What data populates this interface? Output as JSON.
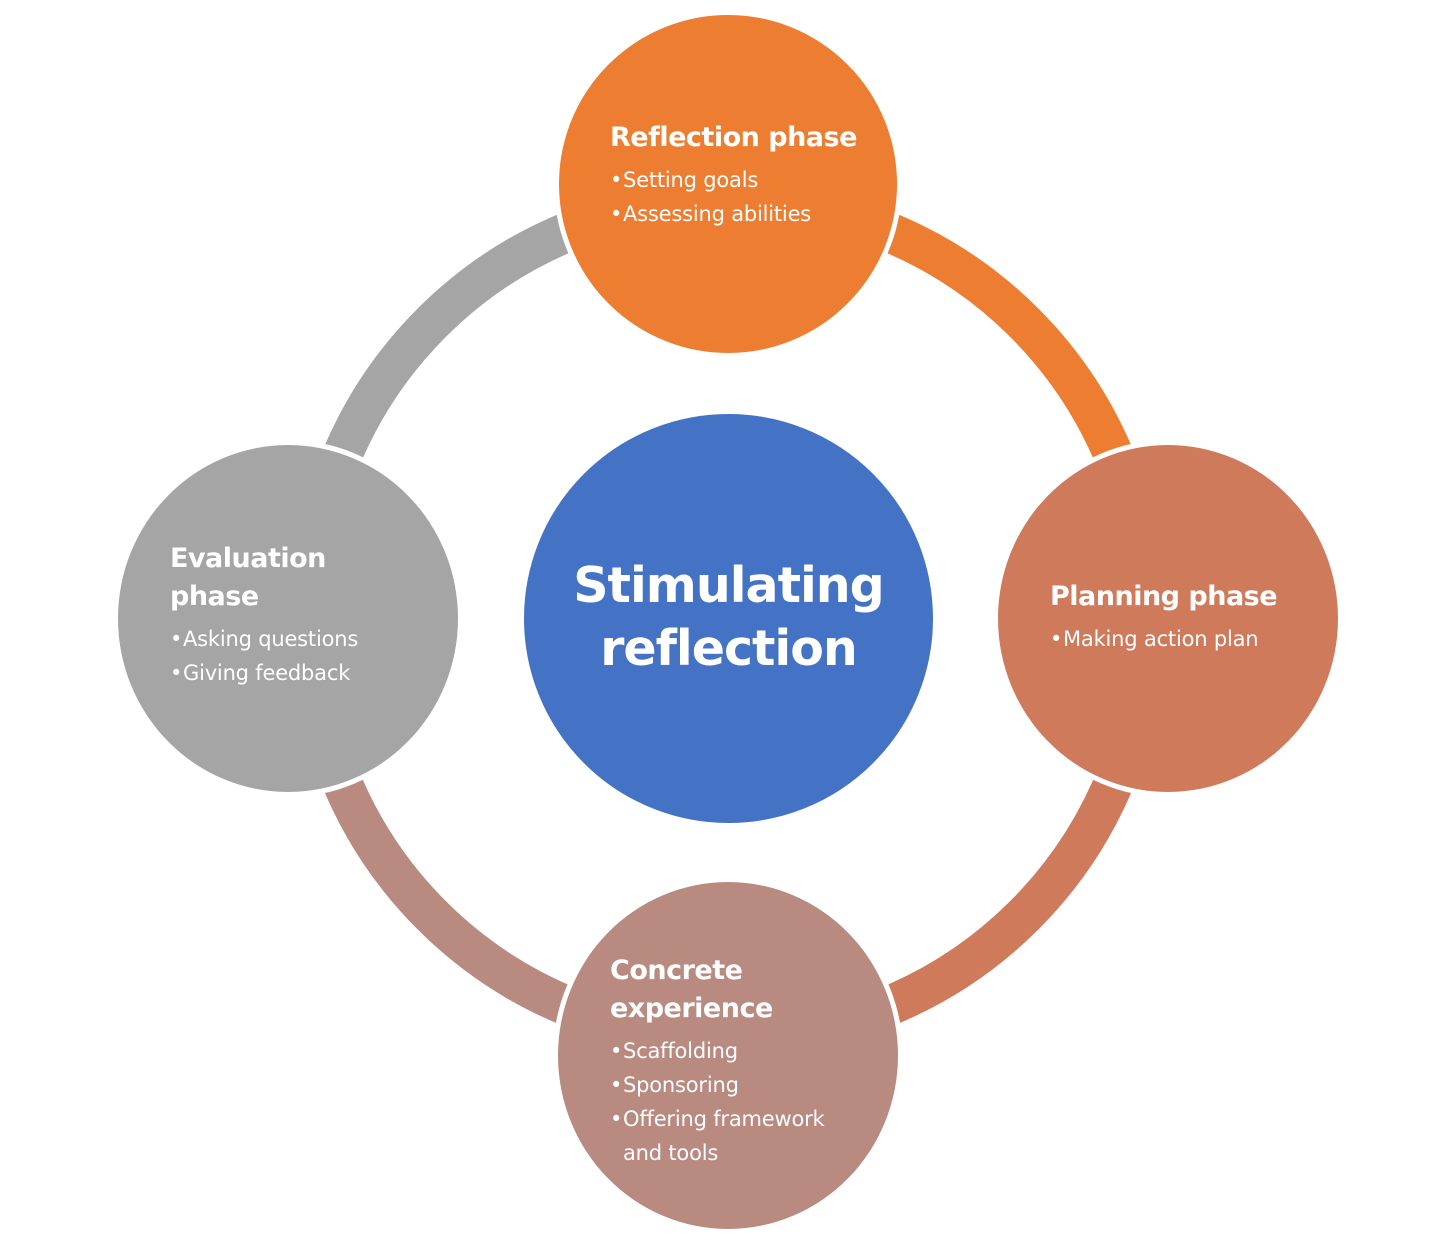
{
  "center": {
    "title_line1": "Stimulating",
    "title_line2": "reflection",
    "color": "#4472C4"
  },
  "phases": {
    "reflection": {
      "title": "Reflection phase",
      "items": [
        "Setting goals",
        "Assessing abilities"
      ],
      "color": "#ED7D31"
    },
    "planning": {
      "title": "Planning phase",
      "items": [
        "Making action plan"
      ],
      "color": "#D07A5C"
    },
    "concrete": {
      "title_line1": "Concrete",
      "title_line2": "experience",
      "items": [
        "Scaffolding",
        "Sponsoring",
        "Offering framework and tools"
      ],
      "color": "#B88A80"
    },
    "evaluation": {
      "title_line1": "Evaluation",
      "title_line2": "phase",
      "items": [
        "Asking questions",
        "Giving feedback"
      ],
      "color": "#A5A5A5"
    }
  },
  "ring_colors": {
    "top_right": "#ED7D31",
    "bottom_right": "#D07A5C",
    "bottom_left": "#B88A80",
    "top_left": "#A5A5A5"
  }
}
